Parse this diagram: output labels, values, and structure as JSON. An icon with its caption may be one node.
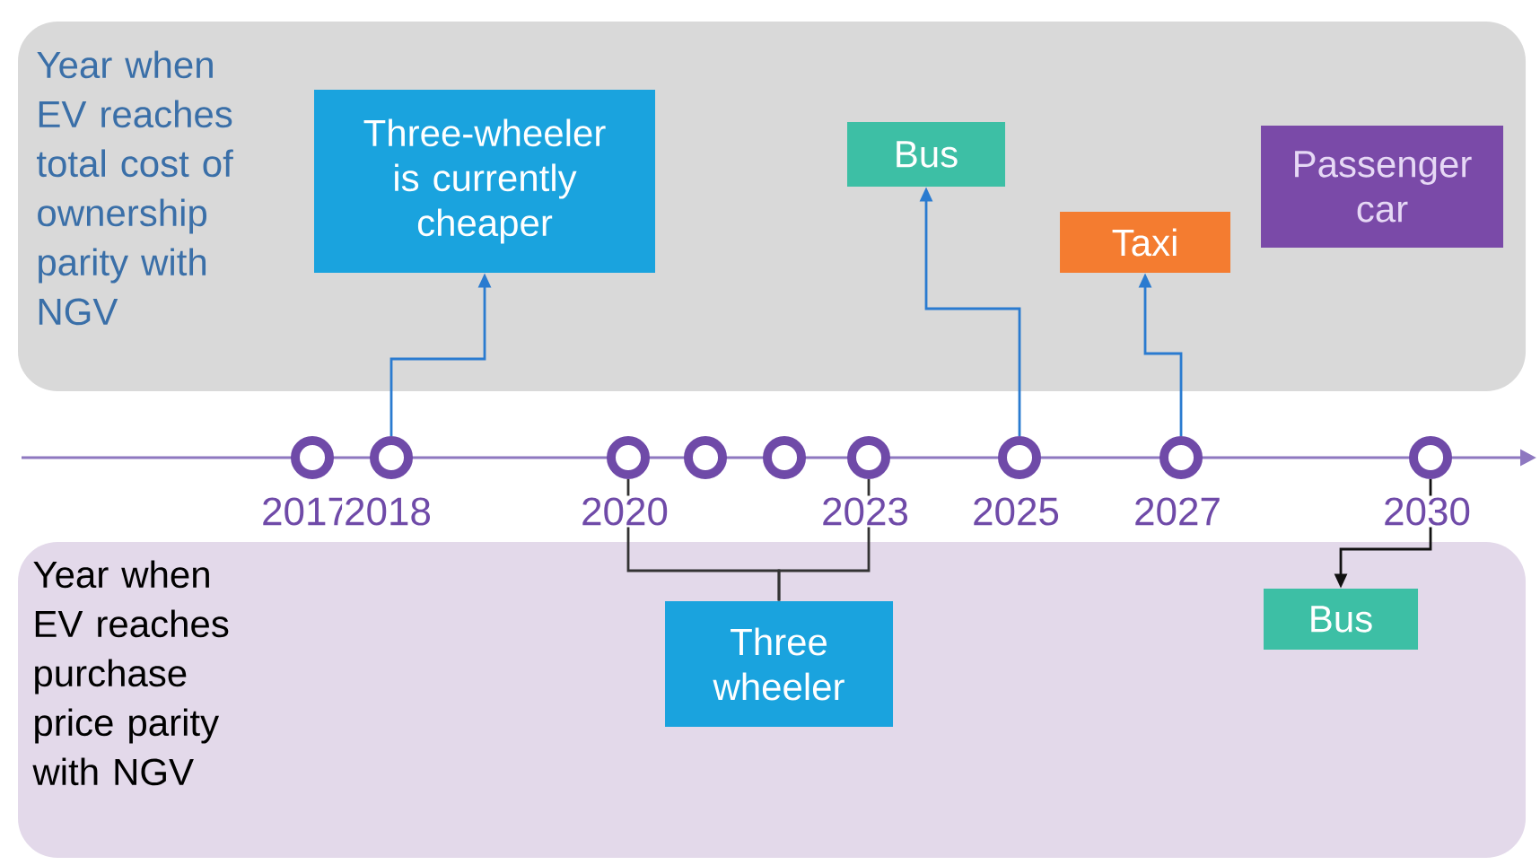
{
  "diagram": {
    "nodes": [
      {
        "text": [
          "Year when EV reaches total cost of ownership parity with NGV"
        ]
      },
      {
        "text": [
          "Three-wheeler is currently cheaper"
        ],
        "in": 0
      },
      {
        "text": [
          "Bus"
        ],
        "in": 0
      },
      {
        "text": [
          "Taxi"
        ],
        "in": 0
      },
      {
        "text": [
          "Passenger car"
        ],
        "in": 0
      },
      {
        "text": [
          "Year when EV reaches purchase price parity with NGV"
        ]
      },
      {
        "text": [
          "Three wheeler"
        ],
        "in": 5
      },
      {
        "text": [
          "Bus"
        ],
        "in": 5
      },
      {
        "text": [],
        "shape": "circle",
        "beside": [
          "2017"
        ]
      },
      {
        "text": [],
        "shape": "circle",
        "beside": [
          "2018"
        ]
      },
      {
        "text": [],
        "shape": "circle",
        "beside": [
          "2020"
        ]
      },
      {
        "text": [],
        "shape": "circle"
      },
      {
        "text": [],
        "shape": "circle"
      },
      {
        "text": [],
        "shape": "circle",
        "beside": [
          "2023"
        ]
      },
      {
        "text": [],
        "shape": "circle",
        "beside": [
          "2025"
        ]
      },
      {
        "text": [],
        "shape": "circle",
        "beside": [
          "2027"
        ]
      },
      {
        "text": [],
        "shape": "circle",
        "beside": [
          "2030"
        ]
      }
    ],
    "edges": [
      {
        "from": 9,
        "to": 1,
        "arrow": "to"
      },
      {
        "from": 14,
        "to": 2,
        "arrow": "to"
      },
      {
        "from": 15,
        "to": 3,
        "arrow": "to"
      },
      {
        "from": 10,
        "to": 6,
        "arrow": "none",
        "color": "#333333"
      },
      {
        "from": 13,
        "to": 6,
        "arrow": "none",
        "color": "#333333"
      },
      {
        "from": 16,
        "to": 7,
        "arrow": "to",
        "color": "#111111"
      }
    ]
  }
}
